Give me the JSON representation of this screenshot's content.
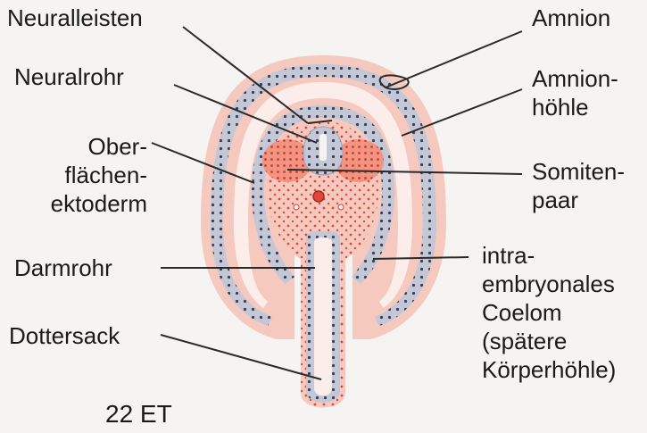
{
  "labels": {
    "neuralleisten": "Neuralleisten",
    "neuralrohr": "Neuralrohr",
    "oberflaechenektoderm": "Ober-\nflächen-\nektoderm",
    "darmrohr": "Darmrohr",
    "dottersack": "Dottersack",
    "amnion": "Amnion",
    "amnionhoehle": "Amnion-\nhöhle",
    "somitenpaar": "Somiten-\npaar",
    "coelom": "intra-\nembryonales\nCoelom\n(spätere\nKörperhöhle)"
  },
  "caption": "22 ET",
  "colors": {
    "tissue_pink": "#f6c9bf",
    "tissue_red": "#f29482",
    "layer_grey": "#c3c7d6",
    "dot_dark": "#3b3f55",
    "dot_red": "#e0473a",
    "line": "#2a2a2a"
  }
}
